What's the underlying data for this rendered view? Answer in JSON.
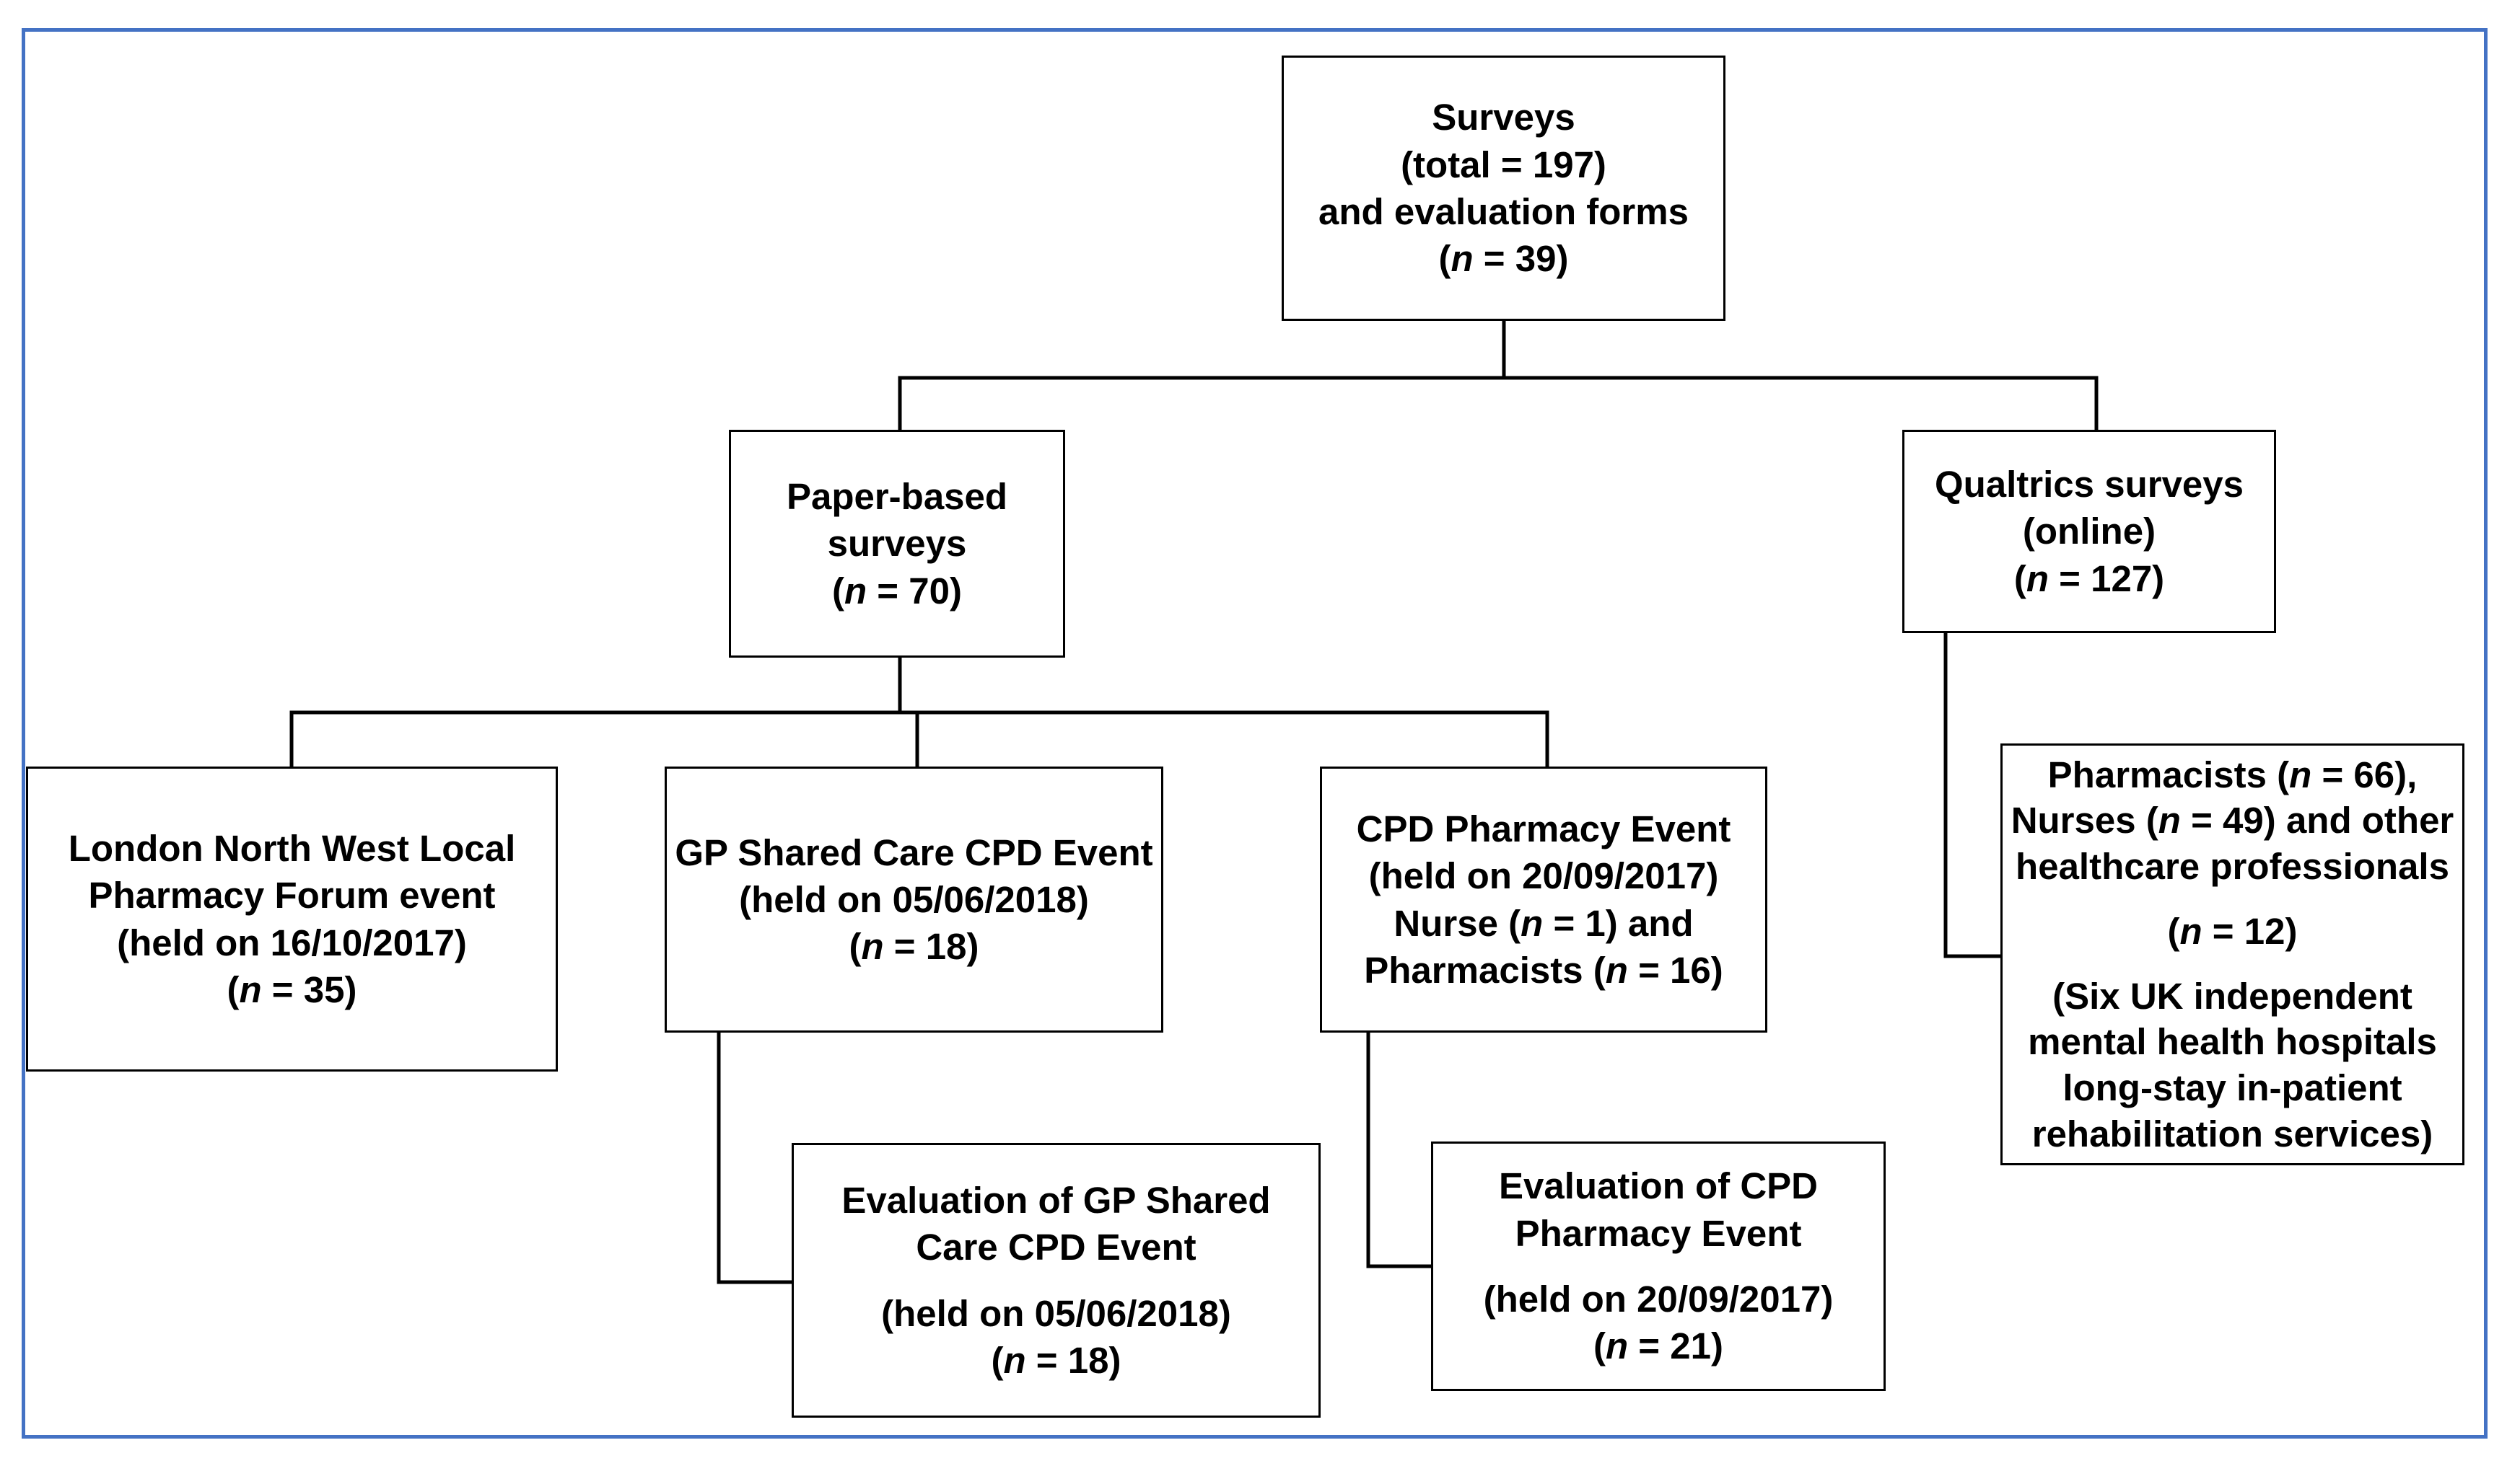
{
  "diagram": {
    "frame_color": "#4472c4",
    "nodes": {
      "root": {
        "l1": "Surveys",
        "l2": "(total = 197)",
        "l3": "and evaluation forms",
        "l4_pre": "(",
        "l4_var": "n",
        "l4_post": " = 39)"
      },
      "paper": {
        "l1": "Paper-based",
        "l2": "surveys",
        "l3_pre": "(",
        "l3_var": "n",
        "l3_post": " = 70)"
      },
      "qualtrics": {
        "l1": "Qualtrics surveys",
        "l2": "(online)",
        "l3_pre": "(",
        "l3_var": "n",
        "l3_post": " = 127)"
      },
      "london": {
        "l1": "London North West Local",
        "l2": "Pharmacy Forum event",
        "l3": "(held on 16/10/2017)",
        "l4_pre": "(",
        "l4_var": "n",
        "l4_post": " = 35)"
      },
      "gp": {
        "l1": "GP Shared Care CPD Event",
        "l2": "(held on 05/06/2018)",
        "l3_pre": "(",
        "l3_var": "n",
        "l3_post": " = 18)"
      },
      "cpd": {
        "l1": "CPD Pharmacy Event",
        "l2": "(held on 20/09/2017)",
        "l3_pre": "Nurse (",
        "l3_var": "n",
        "l3_post": " = 1) and",
        "l4_pre": "Pharmacists (",
        "l4_var": "n",
        "l4_post": " = 16)"
      },
      "pharmacists": {
        "l1_pre": "Pharmacists (",
        "l1_var": "n",
        "l1_post": " = 66),",
        "l2_pre": "Nurses (",
        "l2_var": "n",
        "l2_post": " = 49) and other",
        "l3": "healthcare professionals",
        "l4_pre": "(",
        "l4_var": "n",
        "l4_post": " = 12)",
        "l5": "(Six UK independent",
        "l6": "mental health hospitals",
        "l7": "long-stay in-patient",
        "l8": "rehabilitation services)"
      },
      "eval_gp": {
        "l1": "Evaluation of GP Shared",
        "l2": "Care CPD Event",
        "l3": "(held on 05/06/2018)",
        "l4_pre": "(",
        "l4_var": "n",
        "l4_post": " = 18)"
      },
      "eval_cpd": {
        "l1": "Evaluation of CPD",
        "l2": "Pharmacy Event",
        "l3": "(held on 20/09/2017)",
        "l4_pre": "(",
        "l4_var": "n",
        "l4_post": " = 21)"
      }
    }
  }
}
